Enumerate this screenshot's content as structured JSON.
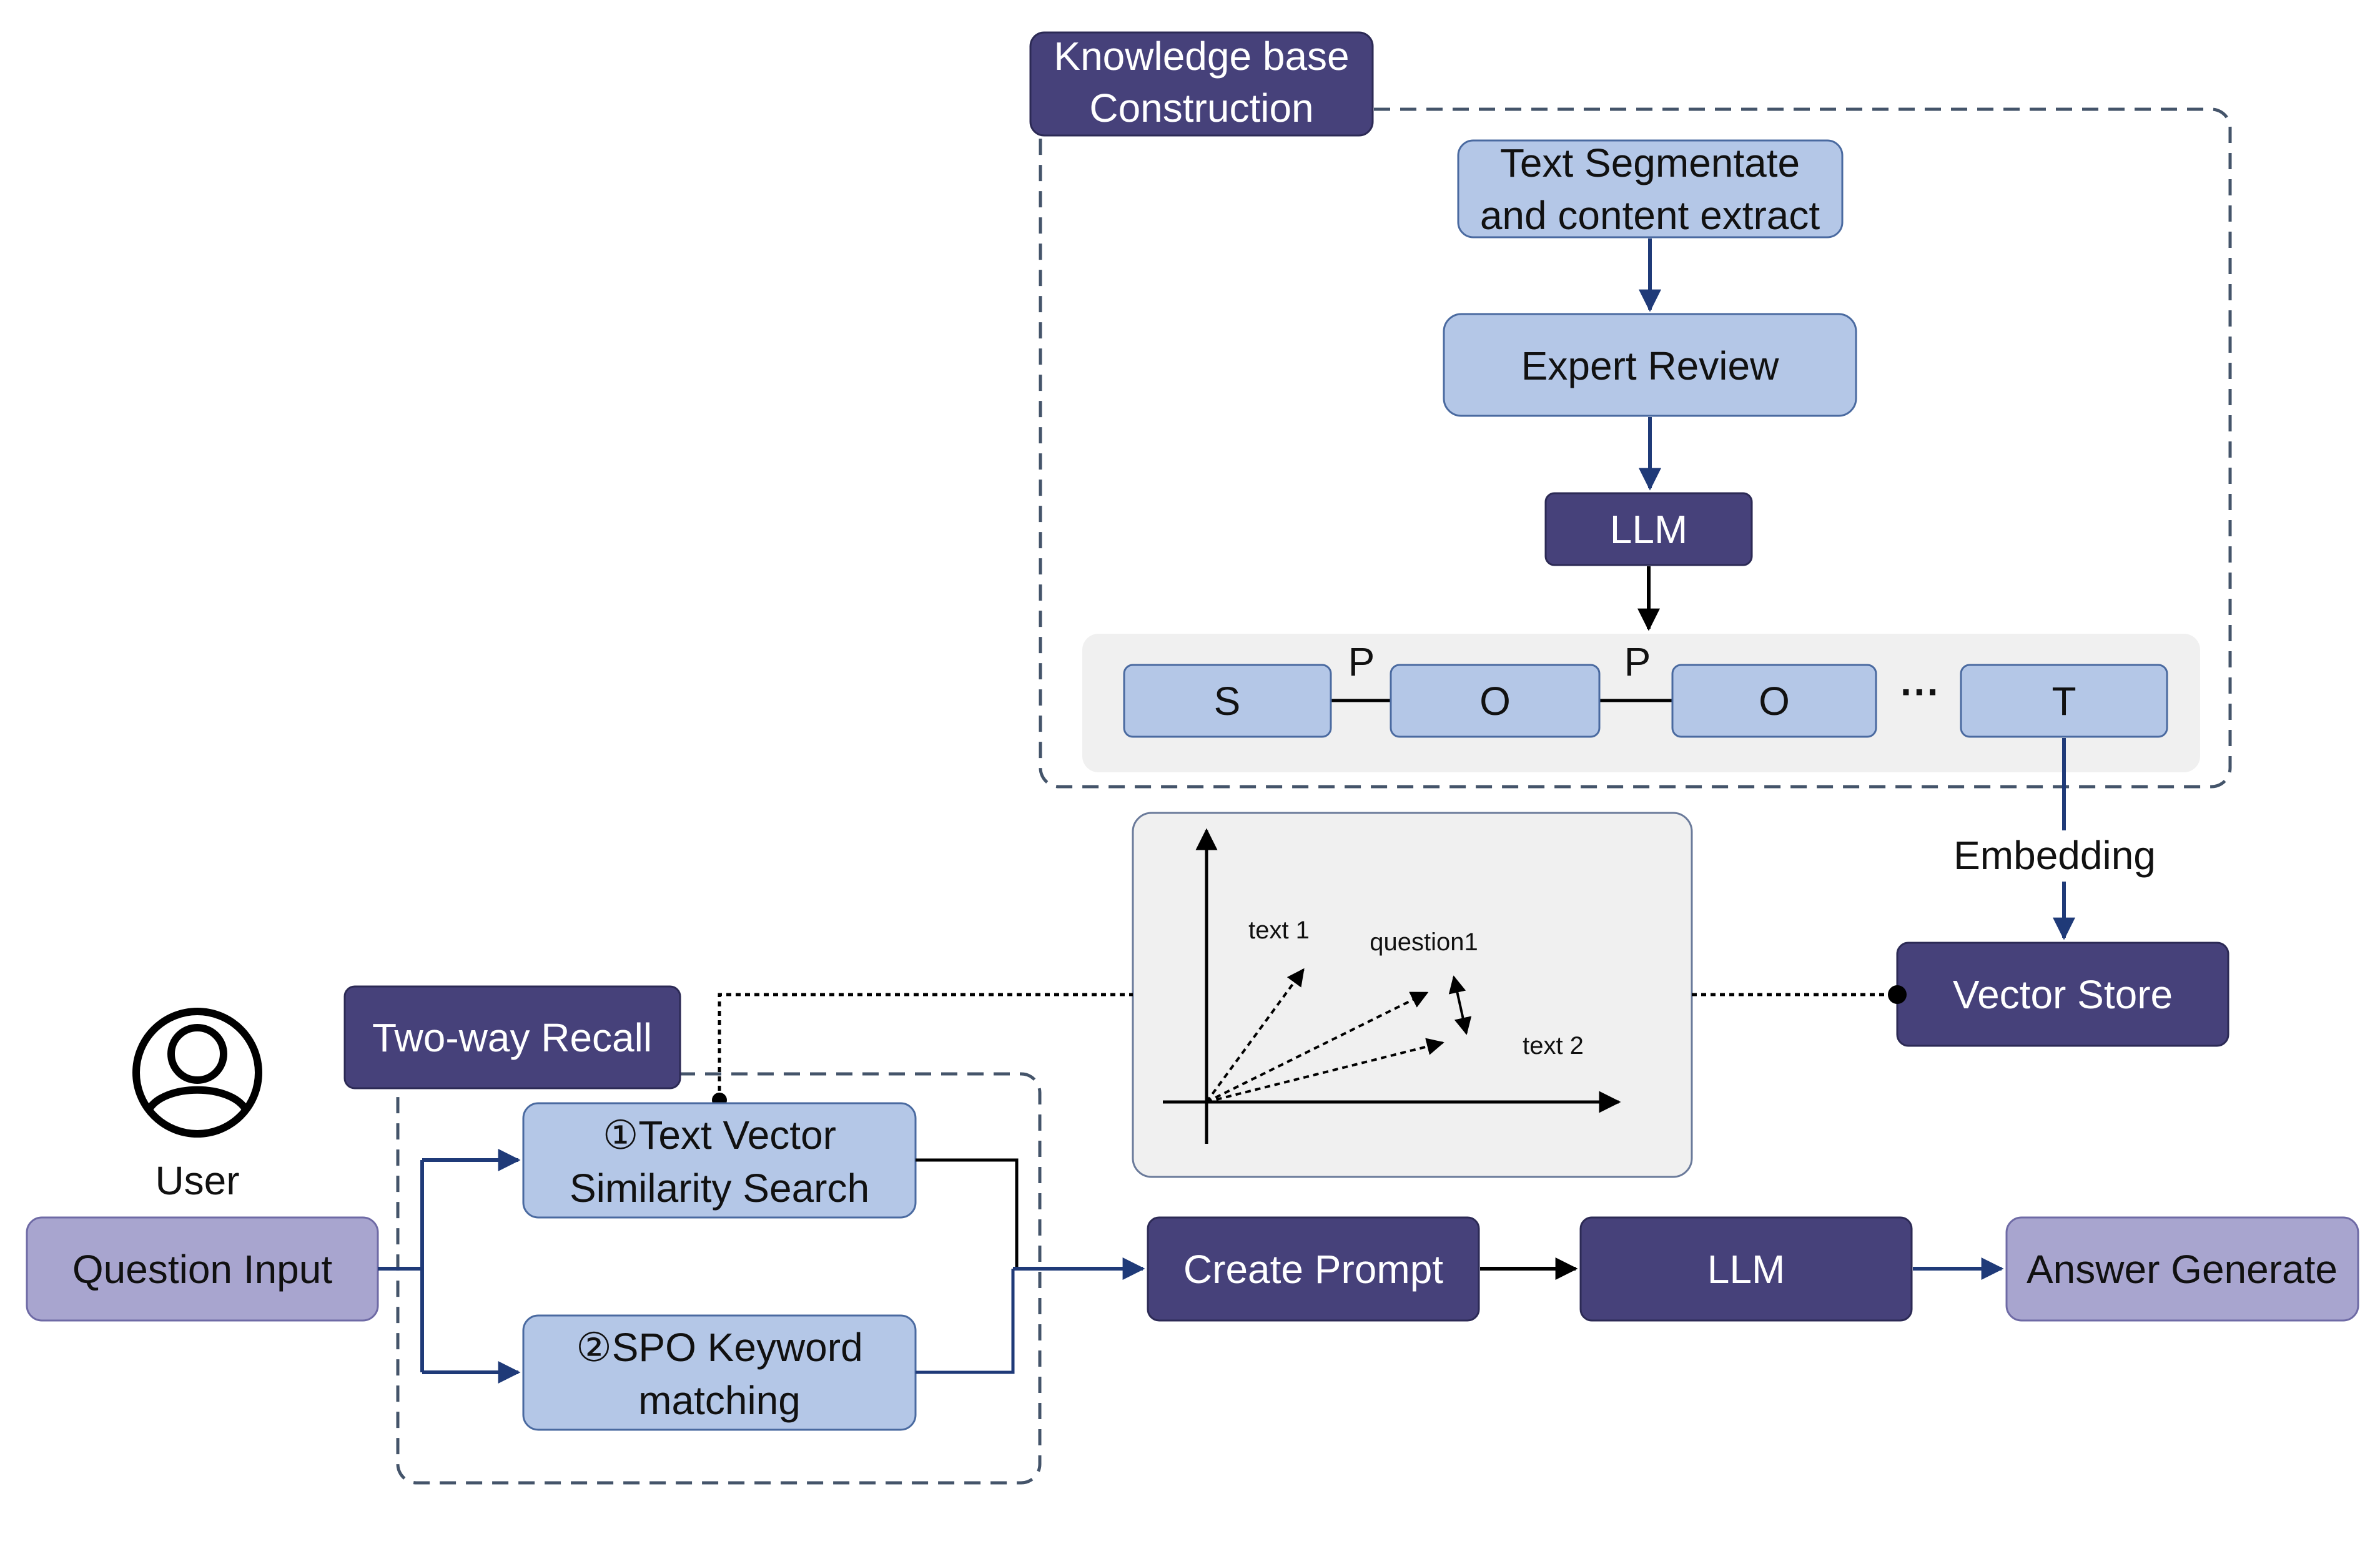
{
  "knowledge_base": {
    "title_line1": "Knowledge base",
    "title_line2": "Construction",
    "segment_line1": "Text Segmentate",
    "segment_line2": "and content extract",
    "expert_review": "Expert Review",
    "llm": "LLM",
    "spo": {
      "s": "S",
      "p1": "P",
      "o1": "O",
      "p2": "P",
      "o2": "O",
      "ellipsis": "···",
      "t": "T"
    }
  },
  "embedding_label": "Embedding",
  "vector_store": "Vector Store",
  "vector_plot": {
    "text1": "text 1",
    "question1": "question1",
    "text2": "text 2"
  },
  "user": {
    "label": "User",
    "question_input": "Question Input"
  },
  "two_way_recall": {
    "title": "Two-way Recall",
    "search1_line1": "①Text Vector",
    "search1_line2": "Similarity Search",
    "search2_line1": "②SPO Keyword",
    "search2_line2": "matching"
  },
  "pipeline": {
    "create_prompt": "Create Prompt",
    "llm": "LLM",
    "answer_generate": "Answer Generate"
  },
  "colors": {
    "dark": "#46417a",
    "light_blue": "#b4c7e7",
    "lavender": "#a8a5cf",
    "panel_gray": "#f0f0f0",
    "arrow_blue": "#1f3a78",
    "dash_border": "#44546a"
  }
}
